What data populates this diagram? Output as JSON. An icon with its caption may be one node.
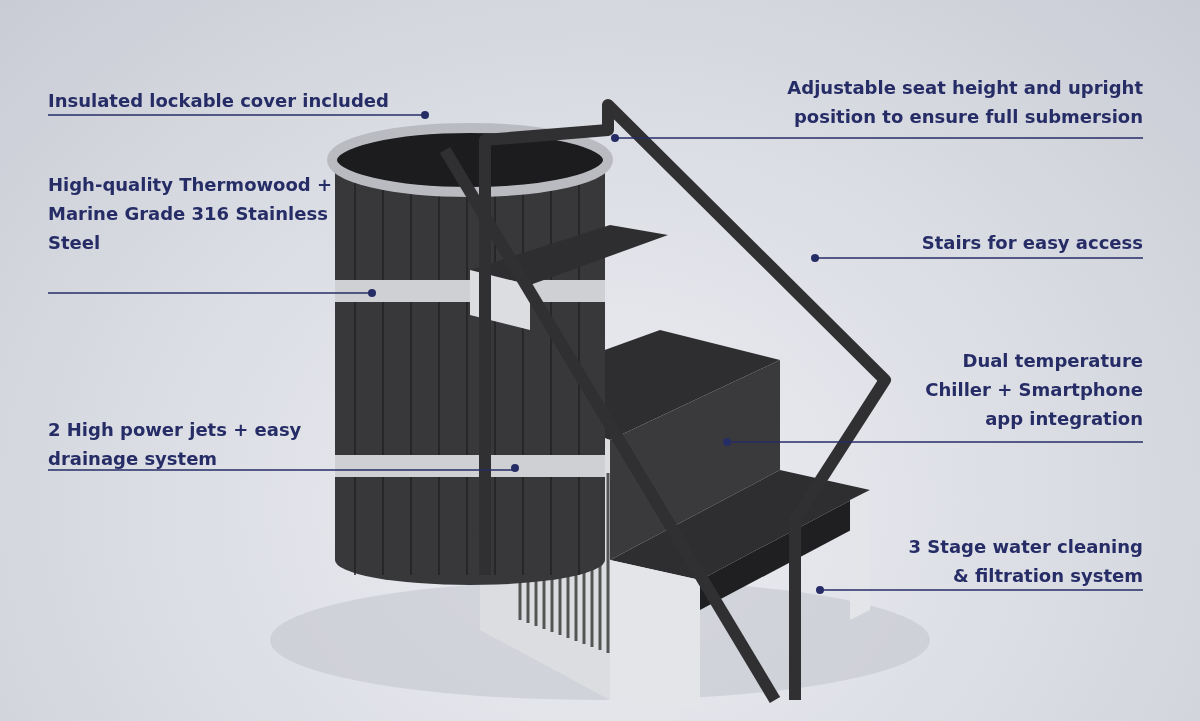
{
  "diagram": {
    "nodes": [
      {
        "text": [
          "Insulated lockable cover included"
        ]
      },
      {
        "text": [
          "High-quality Thermowood + Marine Grade 316 Stainless Steel"
        ]
      },
      {
        "text": [
          "2 High power jets + easy drainage system"
        ]
      },
      {
        "text": [
          "Adjustable seat height and upright position to ensure full submersion"
        ]
      },
      {
        "text": [
          "Stairs for easy access"
        ]
      },
      {
        "text": [
          "Dual temperature Chiller + Smartphone app integration"
        ]
      },
      {
        "text": [
          "3 Stage water cleaning & filtration system"
        ]
      }
    ],
    "edges": [
      {
        "from": 0,
        "to": null,
        "arrow": "other"
      },
      {
        "from": 1,
        "to": null,
        "arrow": "other"
      },
      {
        "from": 2,
        "to": null,
        "arrow": "other"
      },
      {
        "from": 3,
        "to": null,
        "arrow": "other"
      },
      {
        "from": 4,
        "to": null,
        "arrow": "other"
      },
      {
        "from": 5,
        "to": null,
        "arrow": "other"
      },
      {
        "from": 6,
        "to": null,
        "arrow": "other"
      }
    ]
  }
}
